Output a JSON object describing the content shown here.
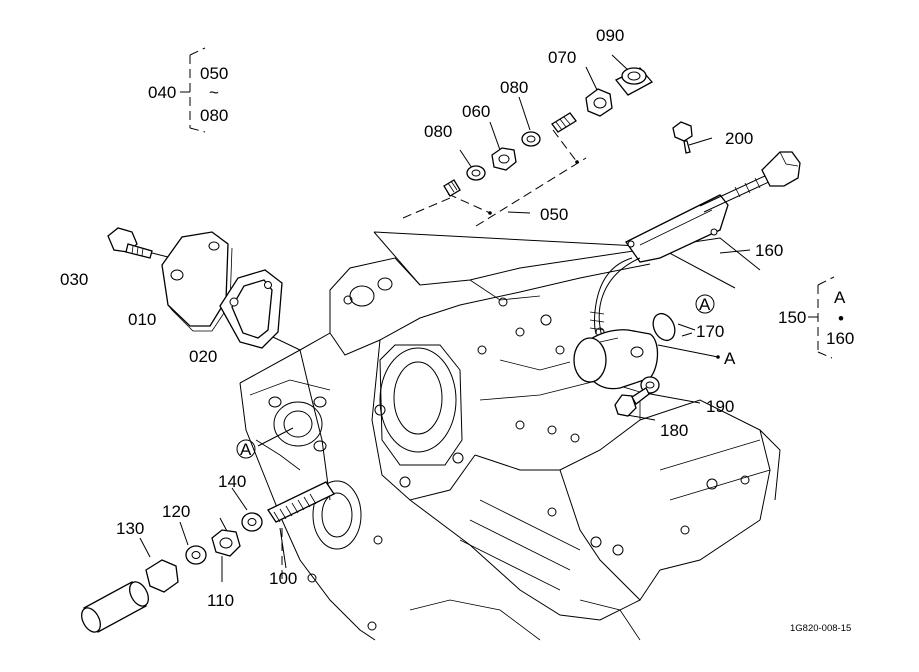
{
  "diagram": {
    "reference_code": "1G820-008-15",
    "callouts": {
      "p010": "010",
      "p020": "020",
      "p030": "030",
      "p040": "040",
      "p050": "050",
      "p060": "060",
      "p070": "070",
      "p080a": "080",
      "p080b": "080",
      "p090": "090",
      "p100": "100",
      "p110": "110",
      "p120": "120",
      "p130": "130",
      "p140": "140",
      "p150": "150",
      "p160": "160",
      "p170": "170",
      "p180": "180",
      "p190": "190",
      "p200": "200"
    },
    "group_040": {
      "from": "050",
      "sep": "~",
      "to": "080"
    },
    "group_150": {
      "from": "A",
      "sep": "•",
      "to": "160"
    },
    "marker_a": "A"
  }
}
